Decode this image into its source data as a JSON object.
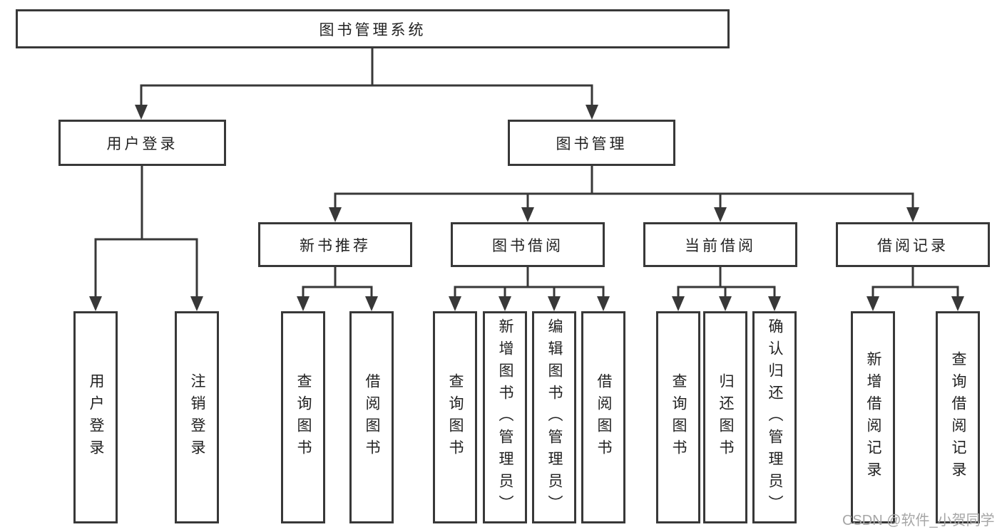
{
  "diagram": {
    "root": {
      "label": "图书管理系统"
    },
    "level2": [
      {
        "label": "用户登录"
      },
      {
        "label": "图书管理"
      }
    ],
    "level3": [
      {
        "label": "新书推荐"
      },
      {
        "label": "图书借阅"
      },
      {
        "label": "当前借阅"
      },
      {
        "label": "借阅记录"
      }
    ],
    "leaves": [
      {
        "label": "用户登录"
      },
      {
        "label": "注销登录"
      },
      {
        "label": "查询图书"
      },
      {
        "label": "借阅图书"
      },
      {
        "label": "查询图书"
      },
      {
        "label": "新增图书（管理员）"
      },
      {
        "label": "编辑图书（管理员）"
      },
      {
        "label": "借阅图书"
      },
      {
        "label": "查询图书"
      },
      {
        "label": "归还图书"
      },
      {
        "label": "确认归还（管理员）"
      },
      {
        "label": "新增借阅记录"
      },
      {
        "label": "查询借阅记录"
      }
    ]
  },
  "watermark": {
    "text": "CSDN @软件_小贺同学"
  },
  "colors": {
    "line": "#383838",
    "text": "#222222",
    "box_background": "#ffffff",
    "page_background": "#ffffff",
    "watermark": "#a6a6a6"
  }
}
